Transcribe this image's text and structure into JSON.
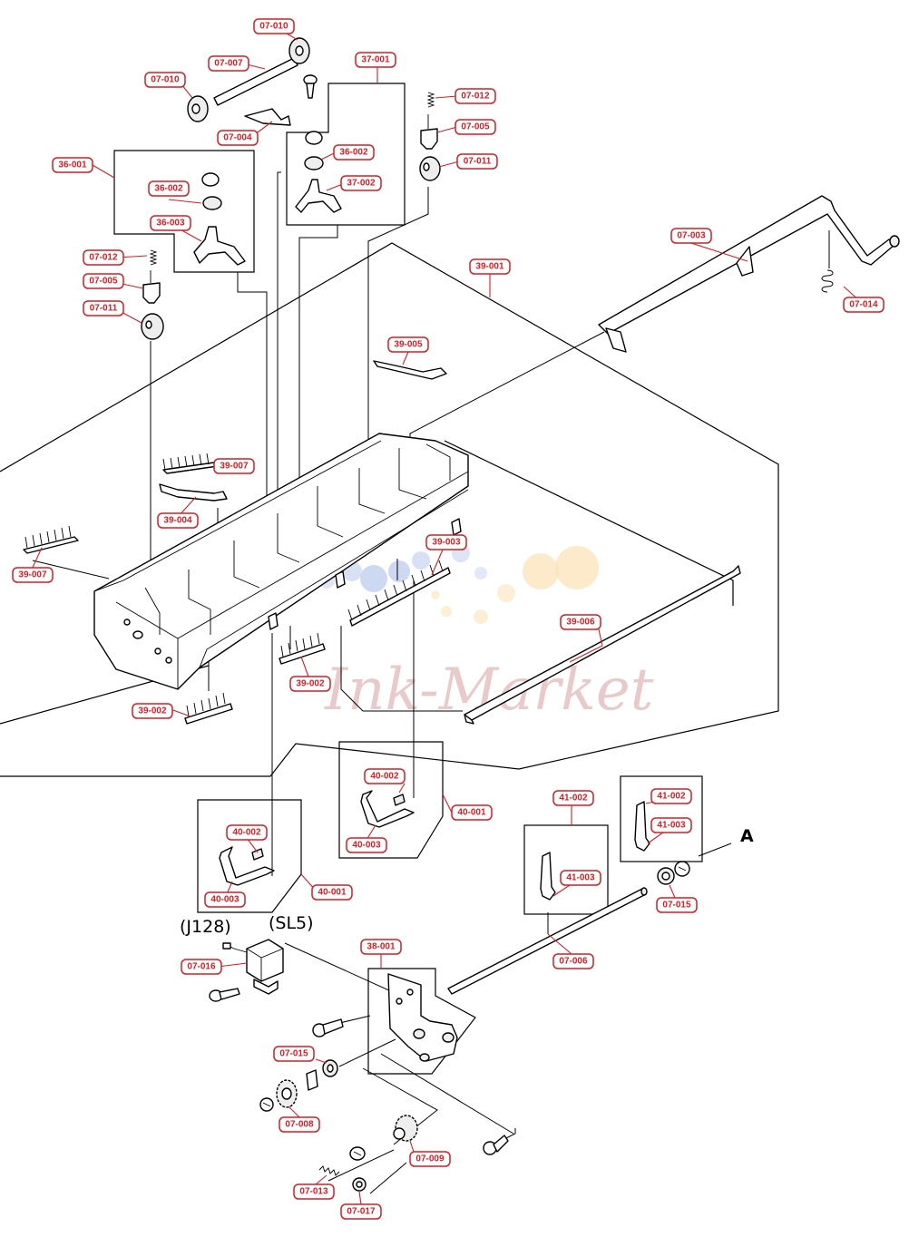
{
  "callouts": [
    {
      "id": "c1",
      "text": "07-010"
    },
    {
      "id": "c2",
      "text": "07-007"
    },
    {
      "id": "c3",
      "text": "07-010"
    },
    {
      "id": "c4",
      "text": "37-001"
    },
    {
      "id": "c5",
      "text": "07-012"
    },
    {
      "id": "c6",
      "text": "07-004"
    },
    {
      "id": "c7",
      "text": "07-005"
    },
    {
      "id": "c8",
      "text": "36-002"
    },
    {
      "id": "c9",
      "text": "07-011"
    },
    {
      "id": "c10",
      "text": "36-001"
    },
    {
      "id": "c11",
      "text": "37-002"
    },
    {
      "id": "c12",
      "text": "36-002"
    },
    {
      "id": "c13",
      "text": "36-003"
    },
    {
      "id": "c14",
      "text": "07-003"
    },
    {
      "id": "c15",
      "text": "07-012"
    },
    {
      "id": "c16",
      "text": "39-001"
    },
    {
      "id": "c17",
      "text": "07-005"
    },
    {
      "id": "c18",
      "text": "07-014"
    },
    {
      "id": "c19",
      "text": "07-011"
    },
    {
      "id": "c20",
      "text": "39-005"
    },
    {
      "id": "c21",
      "text": "39-007"
    },
    {
      "id": "c22",
      "text": "39-004"
    },
    {
      "id": "c23",
      "text": "39-003"
    },
    {
      "id": "c24",
      "text": "39-007"
    },
    {
      "id": "c25",
      "text": "39-006"
    },
    {
      "id": "c26",
      "text": "39-002"
    },
    {
      "id": "c27",
      "text": "39-002"
    },
    {
      "id": "c28",
      "text": "40-002"
    },
    {
      "id": "c29",
      "text": "40-001"
    },
    {
      "id": "c30",
      "text": "41-002"
    },
    {
      "id": "c31",
      "text": "41-002"
    },
    {
      "id": "c32",
      "text": "40-003"
    },
    {
      "id": "c33",
      "text": "41-003"
    },
    {
      "id": "c34",
      "text": "40-002"
    },
    {
      "id": "c35",
      "text": "41-003"
    },
    {
      "id": "c36",
      "text": "40-003"
    },
    {
      "id": "c37",
      "text": "40-001"
    },
    {
      "id": "c38",
      "text": "07-015"
    },
    {
      "id": "c39",
      "text": "38-001"
    },
    {
      "id": "c40",
      "text": "07-006"
    },
    {
      "id": "c41",
      "text": "07-016"
    },
    {
      "id": "c42",
      "text": "07-015"
    },
    {
      "id": "c43",
      "text": "07-008"
    },
    {
      "id": "c44",
      "text": "07-009"
    },
    {
      "id": "c45",
      "text": "07-013"
    },
    {
      "id": "c46",
      "text": "07-017"
    }
  ],
  "labels": {
    "connector": "(J128)",
    "solenoid": "(SL5)",
    "marker": "A"
  },
  "watermark": "Ink-Market"
}
